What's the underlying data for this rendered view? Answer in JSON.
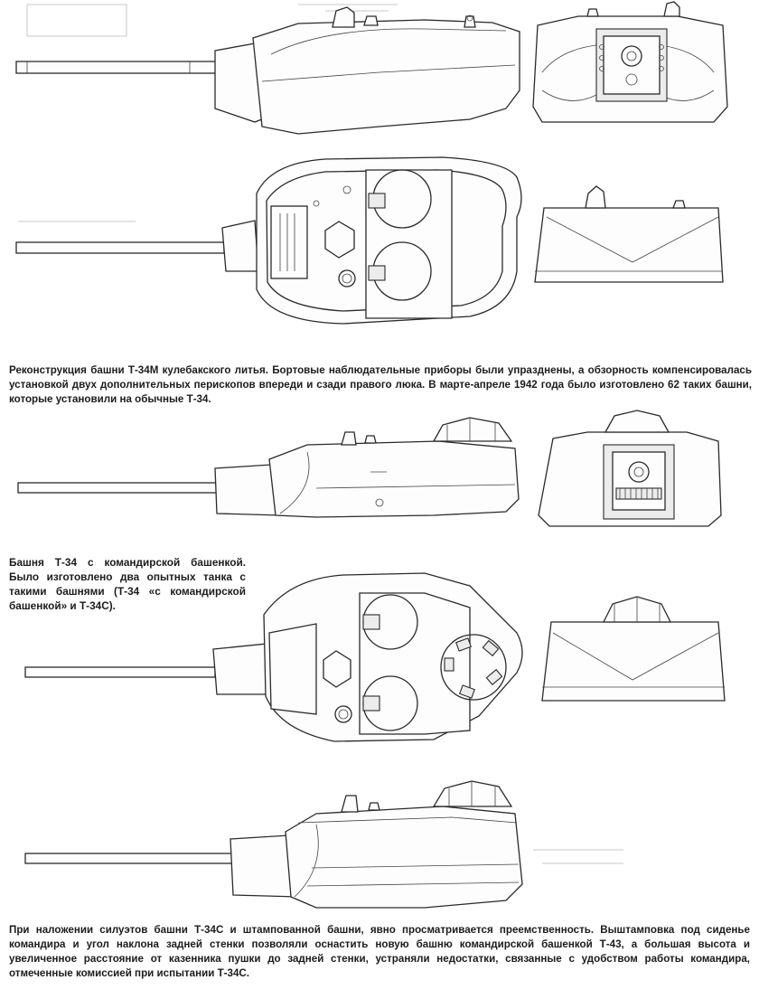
{
  "captions": {
    "cap1": "Реконструкция башни Т-34М кулебакского литья. Бортовые наблюдательные приборы были упразднены, а обзорность компенсировалась установкой двух дополнительных перископов впереди и сзади правого люка. В марте-апреле 1942 года было изготовлено 62 таких башни, которые установили на обычные Т-34.",
    "cap2": "Башня Т-34 с командирской башенкой. Было изготовлено два опытных танка с такими башнями (Т-34 «с командирской башенкой» и Т-34С).",
    "cap3": "При наложении силуэтов башни Т-34С и штампованной башни, явно просматривается преемственность. Выштамповка под сиденье командира и угол наклона задней стенки позволяли оснастить новую башню командирской башенкой Т-43, а большая высота и увеличенное расстояние от казенника пушки до задней стенки, устраняли недостатки, связанные с удобством работы командира, отмеченные комиссией при испытании Т-34С."
  }
}
